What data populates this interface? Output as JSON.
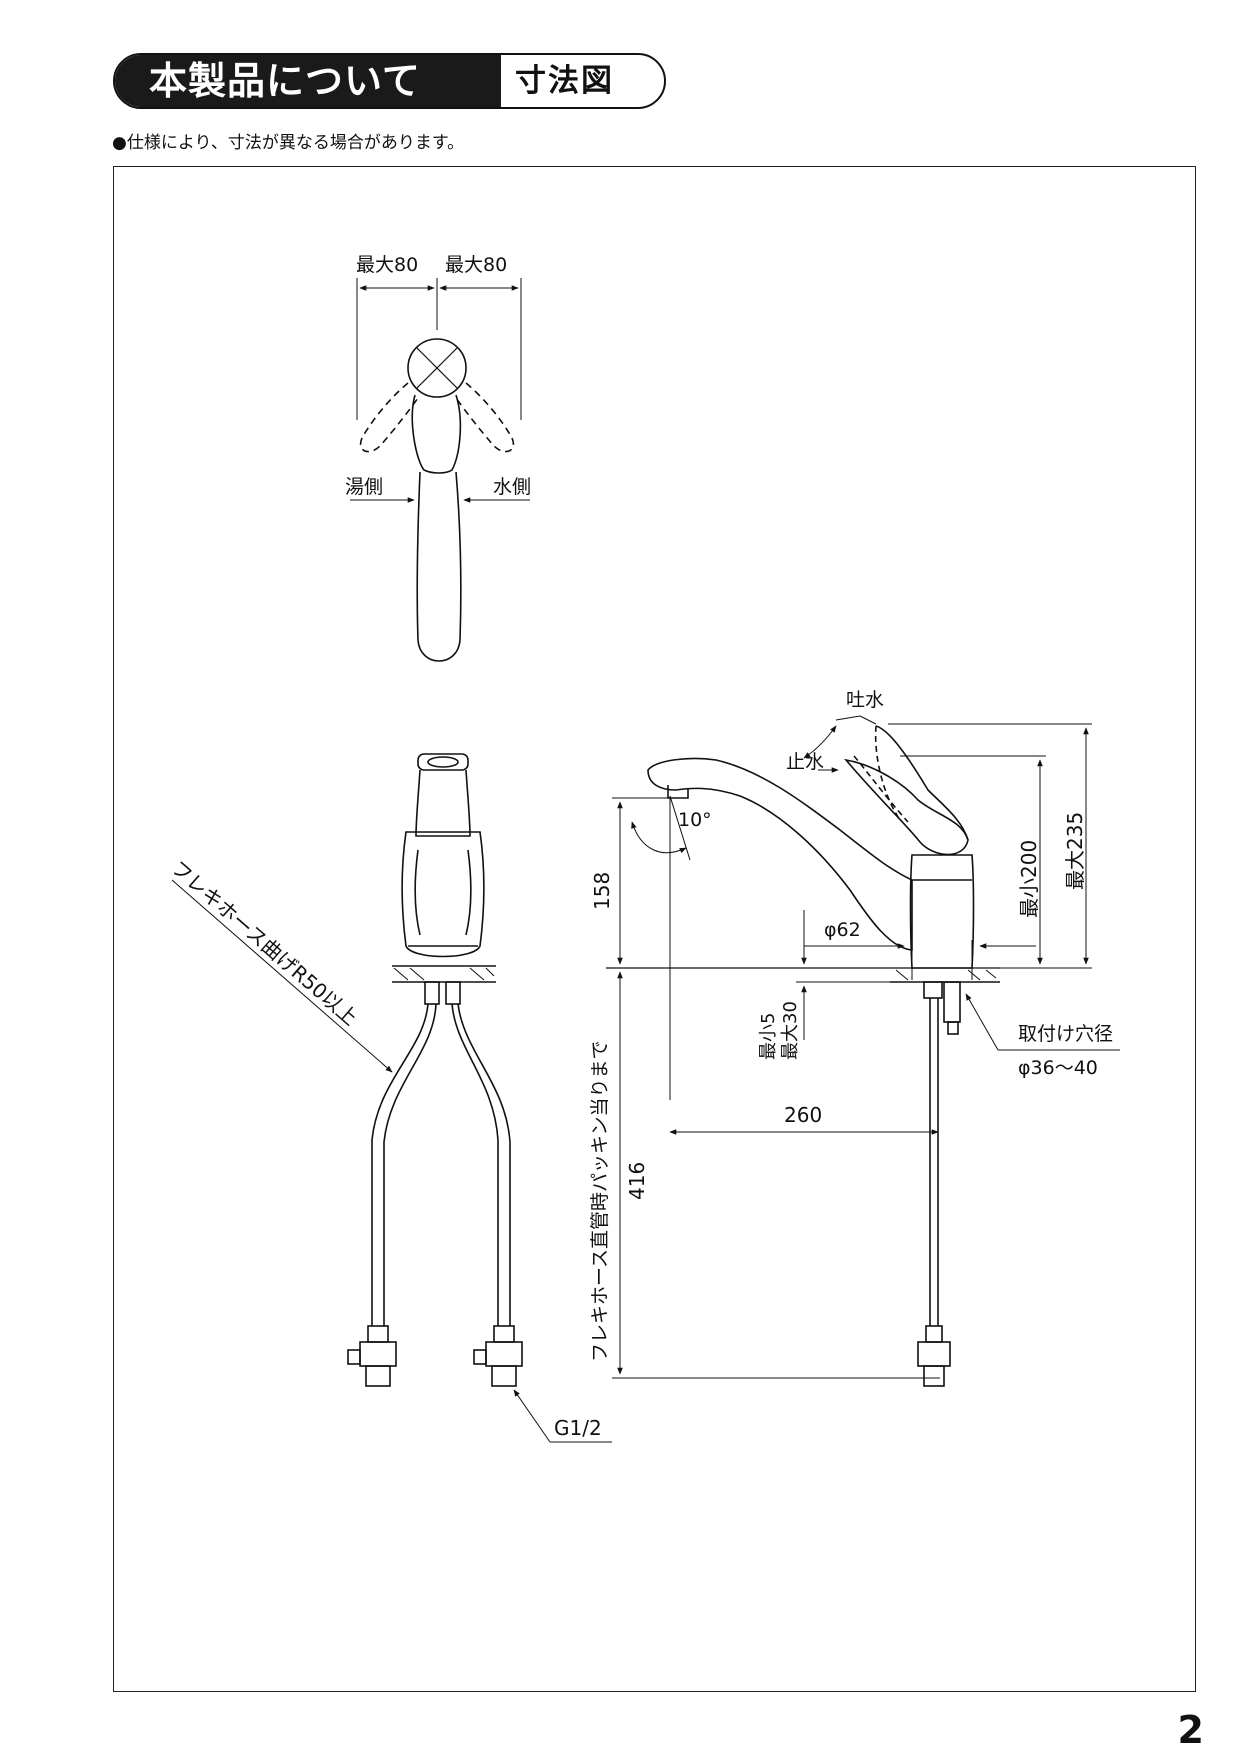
{
  "header": {
    "title": "本製品について",
    "subtitle": "寸法図"
  },
  "note": "●仕様により、寸法が異なる場合があります。",
  "top_view": {
    "max_left": "最大80",
    "max_right": "最大80",
    "hot_side": "湯側",
    "cold_side": "水側"
  },
  "side_view": {
    "spout_on": "吐水",
    "spout_off": "止水",
    "angle": "10°",
    "dim_height": "158",
    "min_height": "最小200",
    "max_height": "最大235",
    "dia_base": "φ62",
    "thickness_min": "最小5",
    "thickness_max": "最大30",
    "reach": "260",
    "hole_label": "取付け穴径",
    "hole_dia": "φ36〜40",
    "hose_length": "416",
    "hose_length_note": "フレキホース直管時パッキン当りまで"
  },
  "front_view": {
    "hose_bend": "フレキホース曲げR50以上",
    "thread": "G1/2"
  },
  "page_number": "2"
}
